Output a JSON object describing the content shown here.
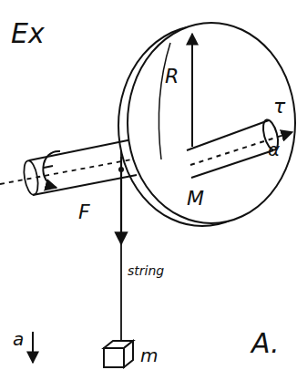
{
  "diagram": {
    "nodes": [
      {
        "text": [
          "R",
          "M"
        ]
      },
      {
        "text": [
          "m"
        ]
      }
    ],
    "edges": [
      {
        "from": 0,
        "to": 1,
        "arrow": "none",
        "label": "string"
      }
    ],
    "labels": [
      "Ex",
      "F",
      "τ",
      "α",
      "a",
      "A."
    ]
  }
}
